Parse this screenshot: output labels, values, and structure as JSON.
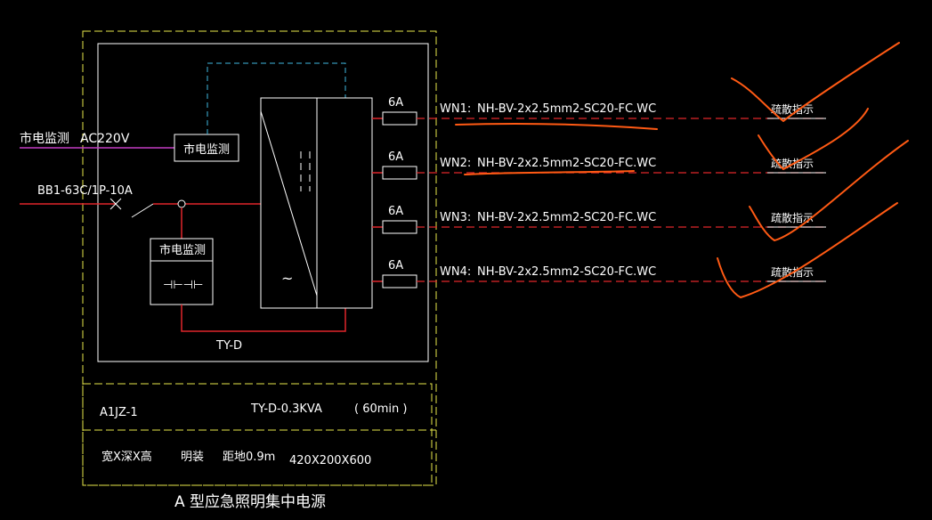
{
  "colors": {
    "background": "#000000",
    "frame": "#e6e64a",
    "line": "#ffffff",
    "red": "#e0262b",
    "cyan": "#3fb9e0",
    "magenta": "#c23cc2",
    "orange": "#ff5a14"
  },
  "mains": {
    "monitor_label": "市电监测",
    "voltage_label": "AC220V",
    "breaker_label": "BB1-63C/1P-10A"
  },
  "internal": {
    "monitor_box_label": "市电监测",
    "battery_box_label": "市电监测",
    "battery_symbol": "⊣⊢⊣⊢",
    "inverter_symbol": "~",
    "power_unit_label": "TY-D"
  },
  "circuits": [
    {
      "fuse": "6A",
      "id": "WN1:",
      "cable": "NH-BV-2x2.5mm2-SC20-FC.WC",
      "load": "疏散指示"
    },
    {
      "fuse": "6A",
      "id": "WN2:",
      "cable": "NH-BV-2x2.5mm2-SC20-FC.WC",
      "load": "疏散指示"
    },
    {
      "fuse": "6A",
      "id": "WN3:",
      "cable": "NH-BV-2x2.5mm2-SC20-FC.WC",
      "load": "疏散指示"
    },
    {
      "fuse": "6A",
      "id": "WN4:",
      "cable": "NH-BV-2x2.5mm2-SC20-FC.WC",
      "load": "疏散指示"
    }
  ],
  "info": {
    "panel_id": "A1JZ-1",
    "model": "TY-D-0.3KVA",
    "duration": "( 60min )",
    "dims_label": "宽X深X高",
    "mount": "明装",
    "height": "距地0.9m",
    "size": "420X200X600"
  },
  "caption": "A 型应急照明集中电源"
}
